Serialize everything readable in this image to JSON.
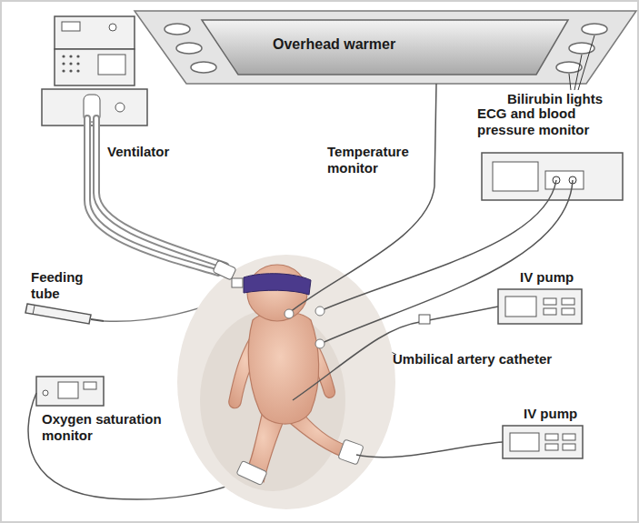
{
  "diagram": {
    "labels": [
      "Overhead warmer",
      "Bilirubin lights",
      "Ventilator",
      "Temperature monitor",
      "ECG and blood pressure monitor",
      "Feeding tube",
      "IV pump",
      "Umbilical artery catheter",
      "Oxygen saturation monitor",
      "IV pump"
    ]
  }
}
